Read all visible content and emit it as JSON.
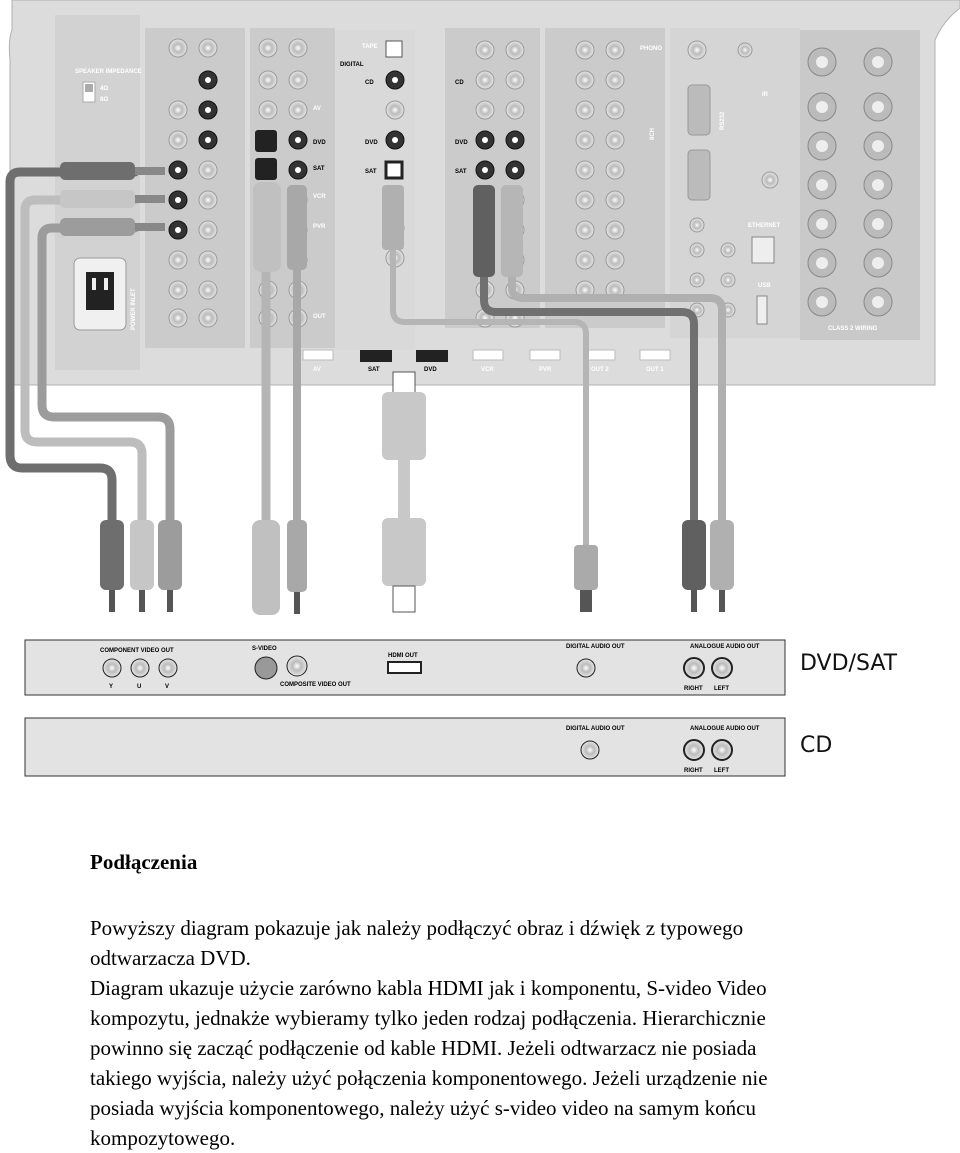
{
  "receiver": {
    "speaker_impedance": "SPEAKER IMPEDANCE",
    "imp_4": "4Ω",
    "imp_8": "8Ω",
    "power_inlet": "POWER INLET",
    "digital": "DIGITAL",
    "tape": "TAPE",
    "phono": "PHONO",
    "labels_cd": "CD",
    "labels_dvd": "DVD",
    "labels_sat": "SAT",
    "labels_vcr": "VCR",
    "labels_pvr": "PVR",
    "labels_av": "AV",
    "labels_out": "OUT",
    "labels_8ch": "8CH",
    "labels_ir": "IR",
    "labels_usb": "USB",
    "labels_ethernet": "ETHERNET",
    "labels_rs232": "RS232",
    "labels_class_wiring": "CLASS 2 WIRING",
    "hdmi_labels": [
      "AV",
      "SAT",
      "DVD",
      "VCR",
      "PVR",
      "OUT 2",
      "OUT 1"
    ]
  },
  "devices": {
    "dvd_sat": {
      "name": "DVD/SAT",
      "component_video_out": "COMPONENT VIDEO OUT",
      "y": "Y",
      "u": "U",
      "v": "V",
      "svideo": "S-VIDEO",
      "composite": "COMPOSITE VIDEO OUT",
      "hdmi_out": "HDMI OUT",
      "digital_audio_out": "DIGITAL AUDIO OUT",
      "analog_audio_out": "ANALOGUE AUDIO OUT",
      "right": "RIGHT",
      "left": "LEFT"
    },
    "cd": {
      "name": "CD",
      "digital_audio_out": "DIGITAL AUDIO OUT",
      "analog_audio_out": "ANALOGUE AUDIO OUT",
      "right": "RIGHT",
      "left": "LEFT"
    }
  },
  "doc": {
    "heading": "Podłączenia",
    "lines": [
      "Powyższy diagram pokazuje jak należy podłączyć obraz i dźwięk z typowego",
      "odtwarzacza DVD.",
      "Diagram ukazuje użycie zarówno kabla HDMI jak i komponentu, S-video Video",
      "kompozytu, jednakże wybieramy tylko jeden rodzaj podłączenia. Hierarchicznie",
      "powinno się zacząć podłączenie od kable HDMI. Jeżeli odtwarzacz nie posiada",
      "takiego wyjścia, należy użyć połączenia komponentowego. Jeżeli urządzenie nie",
      "posiada wyjścia komponentowego, należy użyć s-video video na samym końcu",
      "kompozytowego."
    ]
  }
}
